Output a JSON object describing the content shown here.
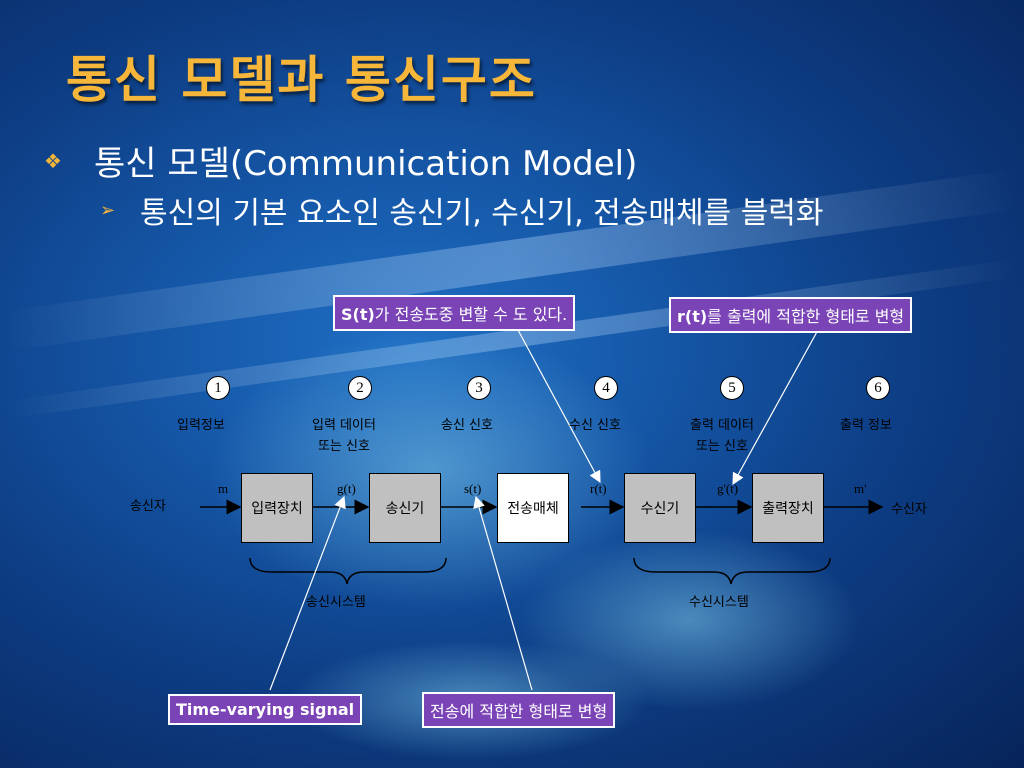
{
  "title": "통신 모델과 통신구조",
  "bullets": {
    "level1_mark": "❖",
    "level1": "통신 모델(Communication Model)",
    "level2_mark": "➢",
    "level2": "통신의 기본 요소인 송신기, 수신기, 전송매체를 블럭화"
  },
  "callouts": {
    "st_prefix": "S(t)",
    "st_rest": "가 전송도중 변할 수 도 있다.",
    "rt_prefix": "r(t)",
    "rt_rest": "를 출력에 적합한 형태로 변형",
    "time_varying": "Time-varying signal",
    "transmission": "전송에 적합한 형태로 변형"
  },
  "stages": [
    {
      "num": "1",
      "label": "입력정보"
    },
    {
      "num": "2",
      "label": "입력 데이터\n또는 신호"
    },
    {
      "num": "3",
      "label": "송신 신호"
    },
    {
      "num": "4",
      "label": "수신 신호"
    },
    {
      "num": "5",
      "label": "출력 데이터\n또는 신호"
    },
    {
      "num": "6",
      "label": "출력 정보"
    }
  ],
  "signals": {
    "m": "m",
    "g": "g(t)",
    "s": "s(t)",
    "r": "r(t)",
    "g_prime": "g'(t)",
    "m_prime": "m'"
  },
  "endpoints": {
    "sender": "송신자",
    "receiver": "수신자"
  },
  "blocks": [
    "입력장치",
    "송신기",
    "전송매체",
    "수신기",
    "출력장치"
  ],
  "systems": {
    "transmit": "송신시스템",
    "receive": "수신시스템"
  },
  "colors": {
    "title": "#f6b63a",
    "callout_bg": "#7a43b6",
    "block": "#c0c0c0"
  }
}
